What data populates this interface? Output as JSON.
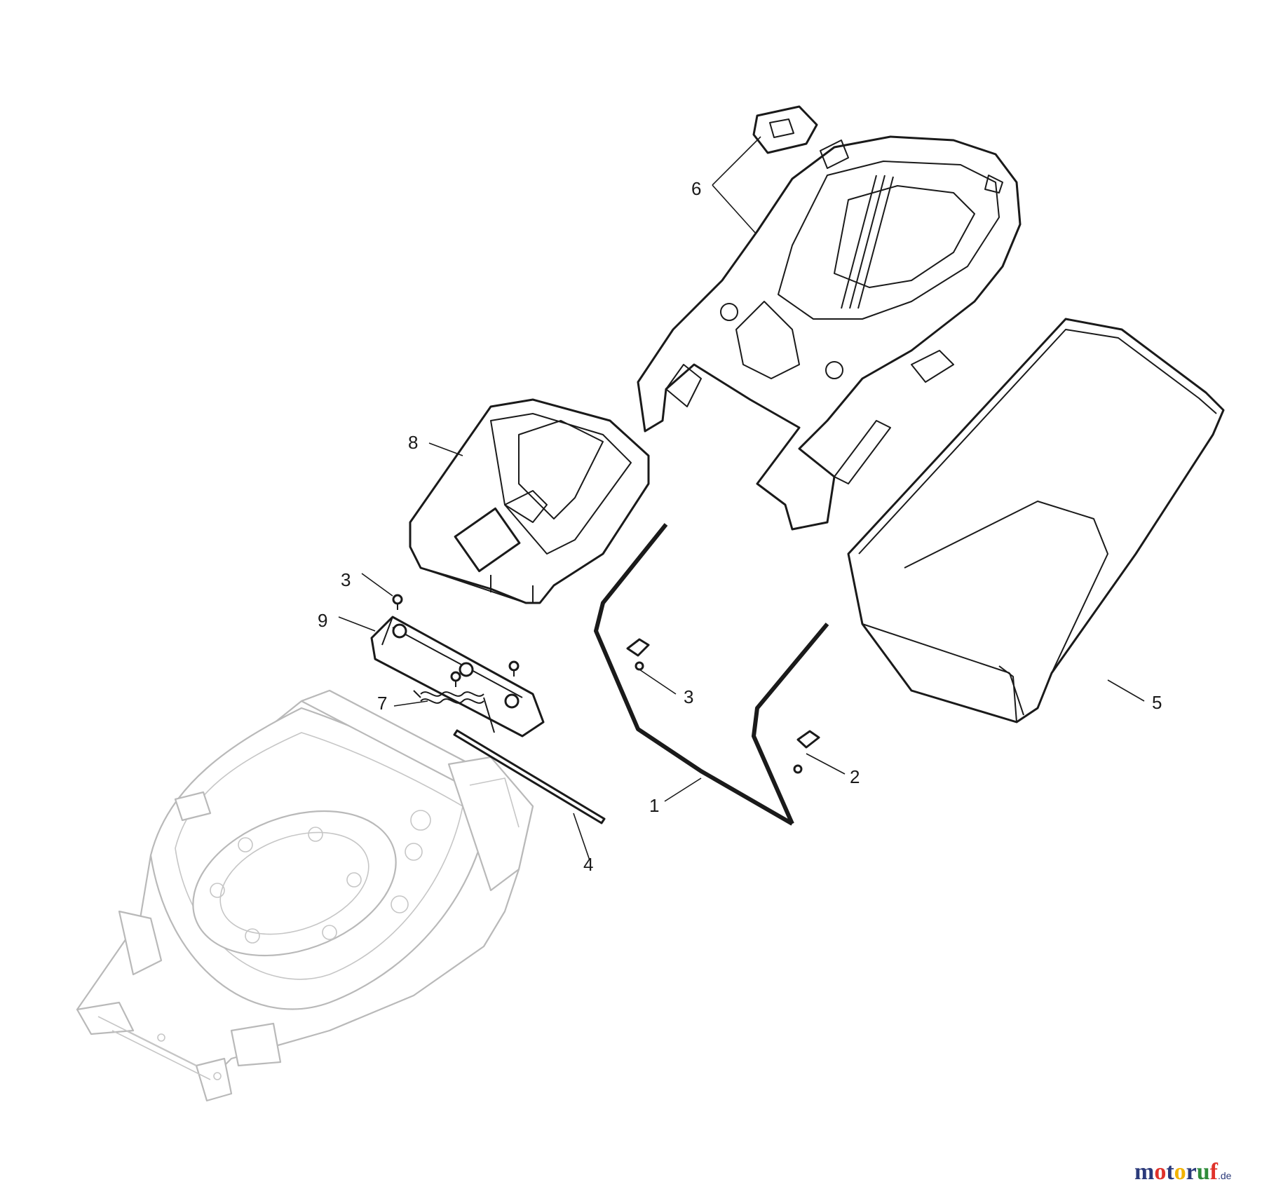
{
  "diagram": {
    "callouts": [
      "6",
      "8",
      "3",
      "9",
      "7",
      "3",
      "1",
      "4",
      "2",
      "5"
    ],
    "watermark": {
      "letters": [
        "m",
        "o",
        "t",
        "o",
        "r",
        "u",
        "f"
      ],
      "tld": ".de"
    },
    "colors": {
      "line": "#1a1a1a",
      "deck_line": "#b9b9b9",
      "watermark_blue": "#2b3a7a",
      "watermark_red": "#e0322a",
      "watermark_yellow": "#f2b300",
      "watermark_green": "#2e8b3a"
    }
  }
}
